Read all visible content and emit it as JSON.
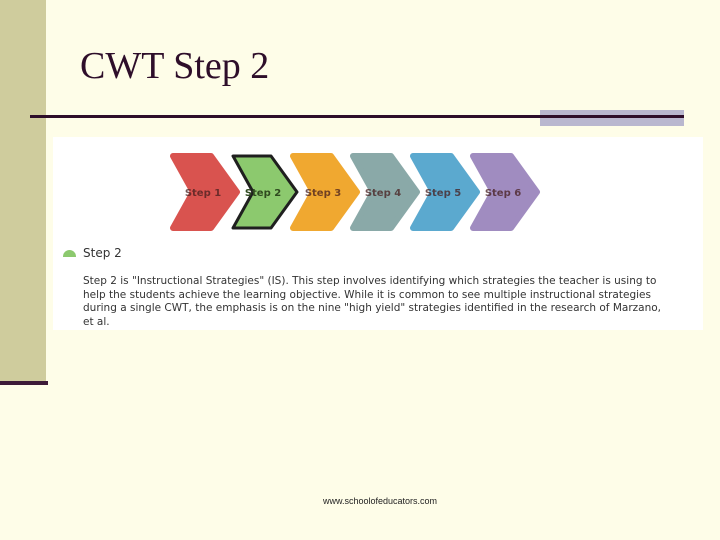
{
  "slide": {
    "title": "CWT Step 2",
    "footer": "www.schoolofeducators.com"
  },
  "steps": [
    {
      "label": "Step 1",
      "color": "#d9534f",
      "selected": false
    },
    {
      "label": "Step 2",
      "color": "#8cc96e",
      "selected": true
    },
    {
      "label": "Step 3",
      "color": "#f0a830",
      "selected": false
    },
    {
      "label": "Step 4",
      "color": "#8aa9a8",
      "selected": false
    },
    {
      "label": "Step 5",
      "color": "#5ba9cf",
      "selected": false
    },
    {
      "label": "Step 6",
      "color": "#a08cc0",
      "selected": false
    }
  ],
  "detail": {
    "heading": "Step 2",
    "description": "Step 2 is \"Instructional Strategies\" (IS). This step involves identifying which strategies the teacher is using to help the students achieve the learning objective. While it is common to see multiple instructional strategies during a single CWT, the emphasis is on the nine \"high yield\" strategies identified in the research of Marzano, et al."
  },
  "colors": {
    "background": "#fefde8",
    "sidebar": "#cfcc9d",
    "title": "#2e0e2a"
  }
}
